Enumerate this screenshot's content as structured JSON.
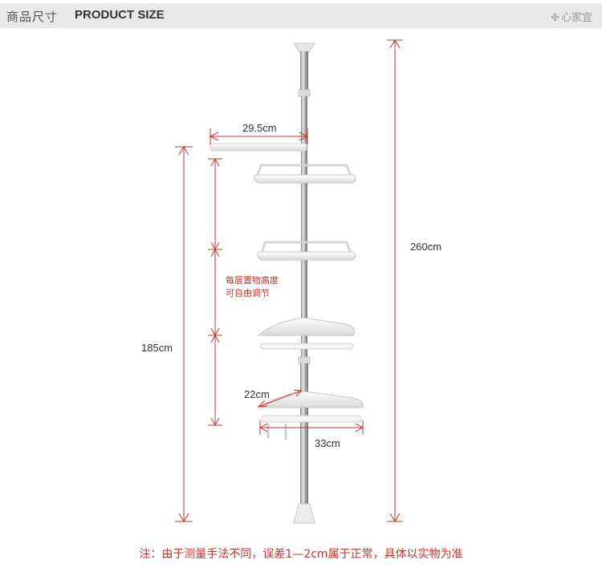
{
  "header": {
    "title_cn": "商品尺寸",
    "title_en": "PRODUCT SIZE",
    "brand": "心家宜",
    "brand_icon": "clover-icon"
  },
  "dimensions": {
    "total_height": "260cm",
    "min_height": "185cm",
    "towel_bar_width": "29.5cm",
    "shelf_depth": "22cm",
    "shelf_width": "33cm"
  },
  "notes": {
    "adjustable_line1": "每层置物高度",
    "adjustable_line2": "可自由调节",
    "footer": "注：由于测量手法不同，误差1—2cm属于正常，具体以实物为准"
  },
  "colors": {
    "dimension_line": "#c8322d",
    "header_bg": "#e9e9e9",
    "pole": "#b8b8b8",
    "shelf": "#f2f2f2"
  }
}
